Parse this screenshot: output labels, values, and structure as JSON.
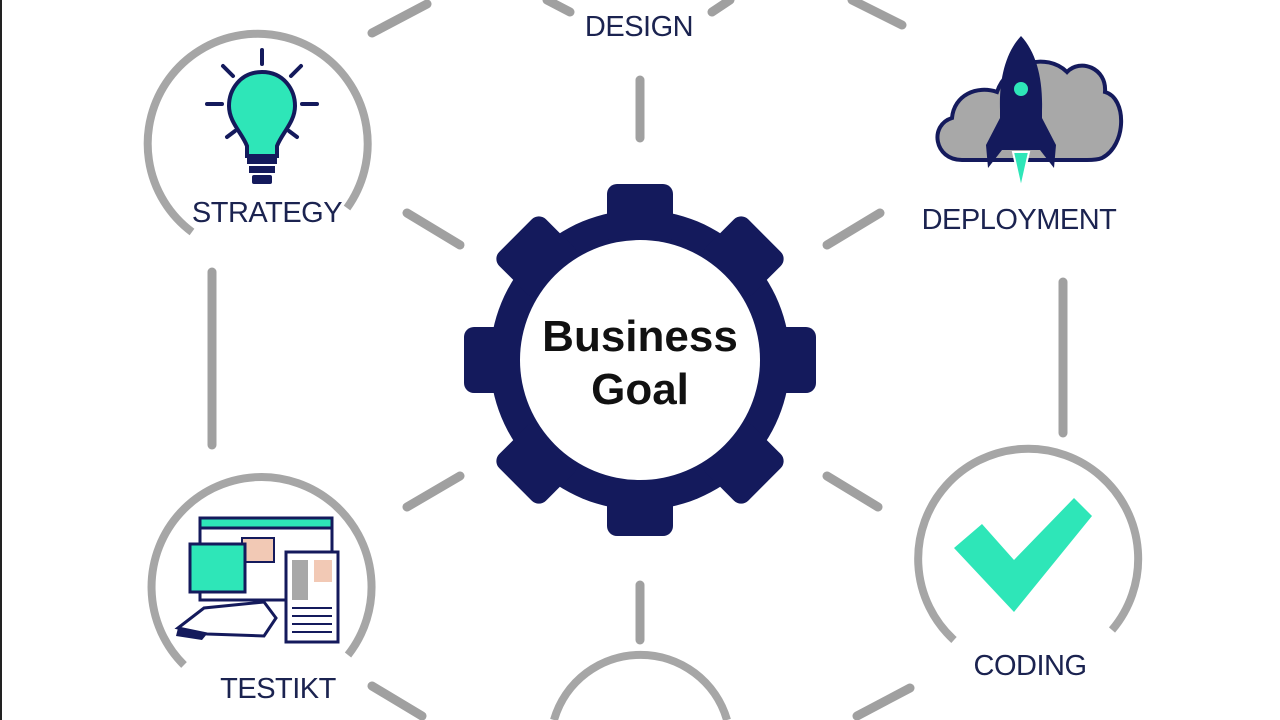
{
  "center": {
    "line1": "Business",
    "line2": "Goal"
  },
  "nodes": {
    "design": "DESIGN",
    "strategy": "STRATEGY",
    "deployment": "DEPLOYMENT",
    "testing": "TESTIKT",
    "coding": "CODING"
  },
  "colors": {
    "navy": "#141a5c",
    "teal": "#2ee6b8",
    "gray": "#9e9e9e",
    "cloud": "#a8a8a8"
  },
  "icons": {
    "strategy": "lightbulb-icon",
    "deployment": "rocket-cloud-icon",
    "testing": "browser-mockup-icon",
    "coding": "checkmark-icon"
  }
}
